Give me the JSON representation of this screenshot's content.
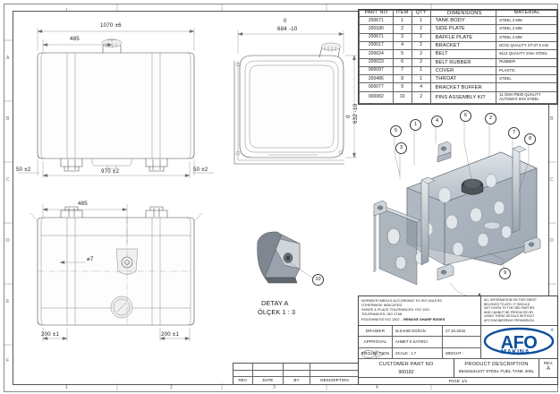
{
  "sheet": {
    "zones_left": [
      "A",
      "B",
      "C",
      "D",
      "E",
      "F"
    ],
    "zones_bottom": [
      "1",
      "2",
      "3",
      "4"
    ],
    "page_label": "PAGE: 1/1"
  },
  "parts_table": {
    "headers": [
      "PART NO",
      "ITEM",
      "QTY",
      "DIMENSIONS",
      "MATERIAL"
    ],
    "rows": [
      {
        "part_no": "200671",
        "item": "1",
        "qty": "1",
        "dimensions": "TANK BODY",
        "material": "STEEL 2 MM"
      },
      {
        "part_no": "200180",
        "item": "2",
        "qty": "2",
        "dimensions": "SIDE PLATE",
        "material": "STEEL 2 MM"
      },
      {
        "part_no": "200671",
        "item": "3",
        "qty": "2",
        "dimensions": "BAFFLE PLATE",
        "material": "STEEL 2 MM"
      },
      {
        "part_no": "200017",
        "item": "4",
        "qty": "2",
        "dimensions": "BRACKET",
        "material": "DC01 QUALITY ST-37 5 mm"
      },
      {
        "part_no": "200024",
        "item": "5",
        "qty": "2",
        "dimensions": "BELT",
        "material": "6112 QUALITY 2mm STEEL"
      },
      {
        "part_no": "200023",
        "item": "6",
        "qty": "2",
        "dimensions": "BELT RUBBER",
        "material": "RUBBER"
      },
      {
        "part_no": "000097",
        "item": "7",
        "qty": "1",
        "dimensions": "COVER",
        "material": "PLASTIC"
      },
      {
        "part_no": "200486",
        "item": "8",
        "qty": "1",
        "dimensions": "THROAT",
        "material": "STEEL"
      },
      {
        "part_no": "000077",
        "item": "9",
        "qty": "4",
        "dimensions": "BRACKET BUFFER",
        "material": ""
      },
      {
        "part_no": "000082",
        "item": "10",
        "qty": "2",
        "dimensions": "PINS ASSEMBLY KIT",
        "material": "11 GMA PB30 QUALITY AUTOMAT 9XX STEEL"
      }
    ]
  },
  "views": {
    "front": {
      "dims": {
        "overall_length": "1070 ±6",
        "strap_offset": "485",
        "bracket_span": "970 ±2",
        "left_end": "50 ±2",
        "right_end": "50 ±2"
      }
    },
    "side": {
      "dims": {
        "width": "684 -10",
        "height": "632 -10",
        "tol_zero": "0"
      }
    },
    "bottom": {
      "dims": {
        "strap_offset": "485",
        "hole": "⌀7",
        "left_edge": "200 ±1",
        "right_edge": "200 ±1"
      }
    },
    "detail": {
      "title": "DETAY A",
      "scale": "ÖLÇEK 1 : 3",
      "balloon": "10"
    },
    "iso": {
      "balloons": [
        "1",
        "2",
        "3",
        "4",
        "5",
        "6",
        "7",
        "8",
        "9"
      ],
      "section_letter": "A"
    }
  },
  "title_block": {
    "notes": [
      "NORMS/SYMBOLS ACCORDING TO ISO UNLESS",
      "OTHERWISE INDICATED.",
      "SHAPE & PLACE TOLERANCES: ISO 1101",
      "TOLERANCES: ISO 2768",
      "ROUGHNESS ISO 1302"
    ],
    "notes_bold": "- REMOVE SHARP EDGES",
    "disclaimer": [
      "ALL INFORMATION ON THIS SHEET",
      "BELONGS TO AFO. IT SHOULD",
      "NOT GIVEN TO THE 3RD PARTIES",
      "AND CANNOT BE PRODUCED BY",
      "USING THESE DETAILS WITHOUT",
      "AFO ENGINEERING PERMISSION."
    ],
    "rows": [
      {
        "caption": "DRAWER",
        "value": "M.ZAHID DOĞAN",
        "value2": "27.10.2016"
      },
      {
        "caption": "APPROVAL",
        "value": "AHMET K.KATIRCI",
        "value2": ""
      },
      {
        "caption": "PROJECTION",
        "value": "SCALE :  1:7",
        "value2": "WEIGHT :"
      }
    ],
    "logo": {
      "text": "AFO",
      "sub": "MAKINA",
      "mark": "®",
      "color": "#0b4f9e"
    },
    "customer_part_no_label": "CUSTOMER PART NO",
    "customer_part_no": "900182",
    "product_description_label": "PRODUCT DESCRIPTION",
    "product_description": "684x632x107 STEEL FUEL TANK  400L",
    "rev_label": "REV.",
    "rev_value": "A"
  },
  "revision_table": {
    "headers": [
      "REV.",
      "DATE",
      "BY",
      "DESCRIPTION"
    ],
    "rows": [
      {
        "rev": "",
        "date": "",
        "by": "",
        "description": ""
      },
      {
        "rev": "",
        "date": "",
        "by": "",
        "description": ""
      }
    ]
  }
}
